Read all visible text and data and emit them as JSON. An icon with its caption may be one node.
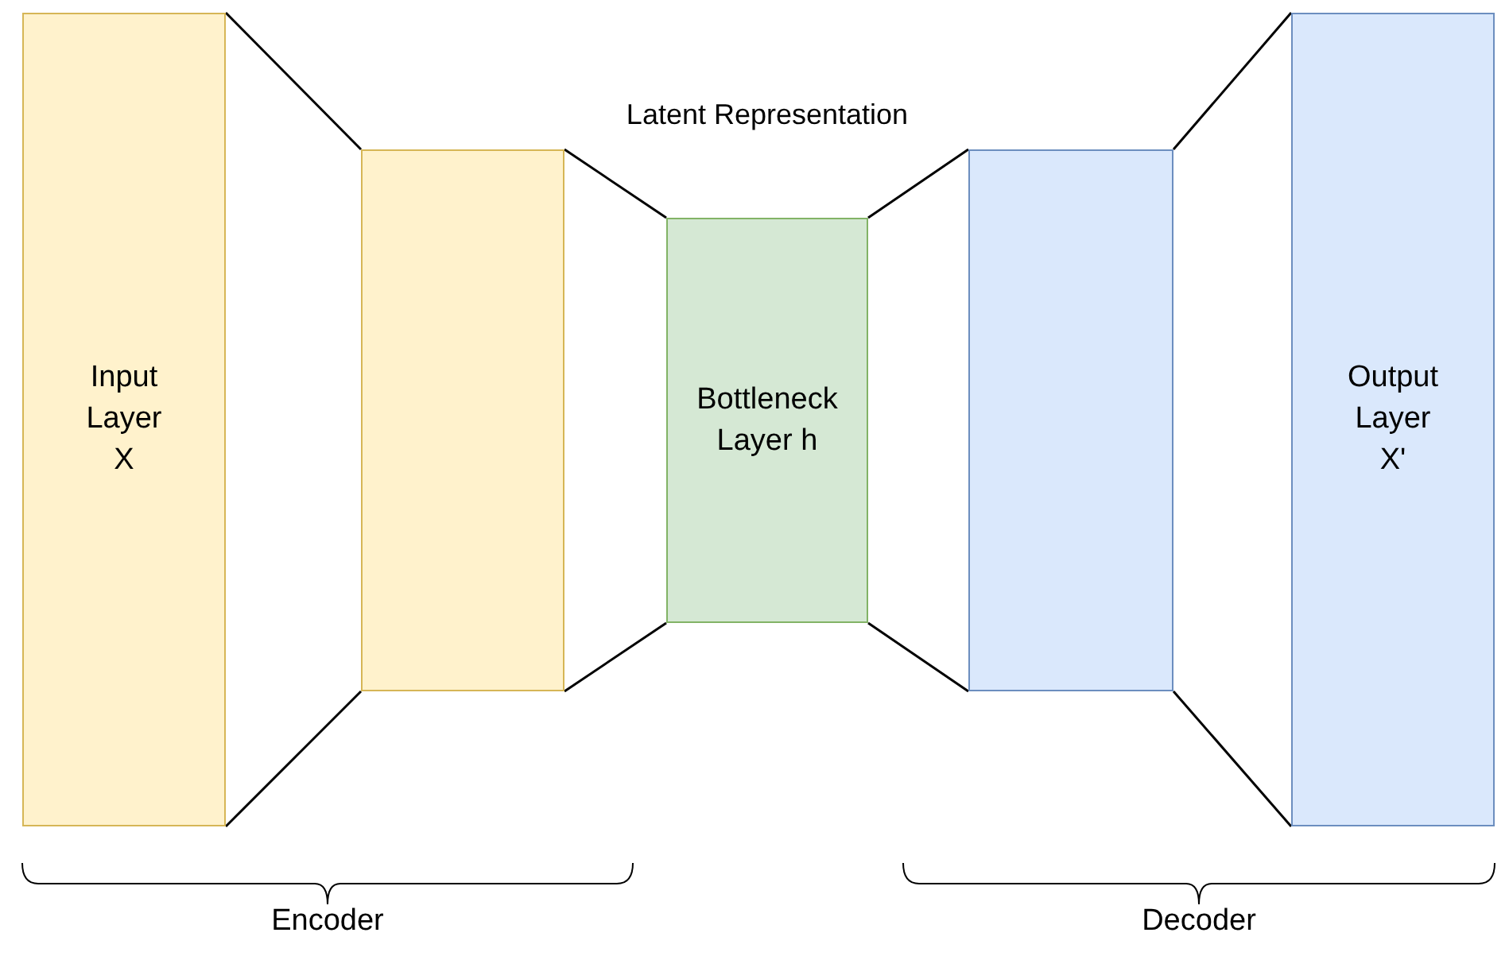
{
  "diagram": {
    "nodes": [
      {
        "text": [
          "Input Layer X"
        ]
      },
      {
        "text": [],
        "shape": "box"
      },
      {
        "text": [
          "Bottleneck Layer h"
        ],
        "beside": [
          "Latent Representation"
        ]
      },
      {
        "text": [],
        "shape": "box"
      },
      {
        "text": [
          "Output Layer X'"
        ]
      }
    ],
    "edges": [
      {
        "from": 0,
        "to": 1,
        "arrow": "none"
      },
      {
        "from": 0,
        "to": 1,
        "arrow": "none"
      },
      {
        "from": 1,
        "to": 2,
        "arrow": "none"
      },
      {
        "from": 1,
        "to": 2,
        "arrow": "none"
      },
      {
        "from": 2,
        "to": 3,
        "arrow": "none"
      },
      {
        "from": 2,
        "to": 3,
        "arrow": "none"
      },
      {
        "from": 3,
        "to": 4,
        "arrow": "none"
      },
      {
        "from": 3,
        "to": 4,
        "arrow": "none"
      }
    ],
    "labels": [
      "Encoder",
      "Decoder"
    ]
  }
}
